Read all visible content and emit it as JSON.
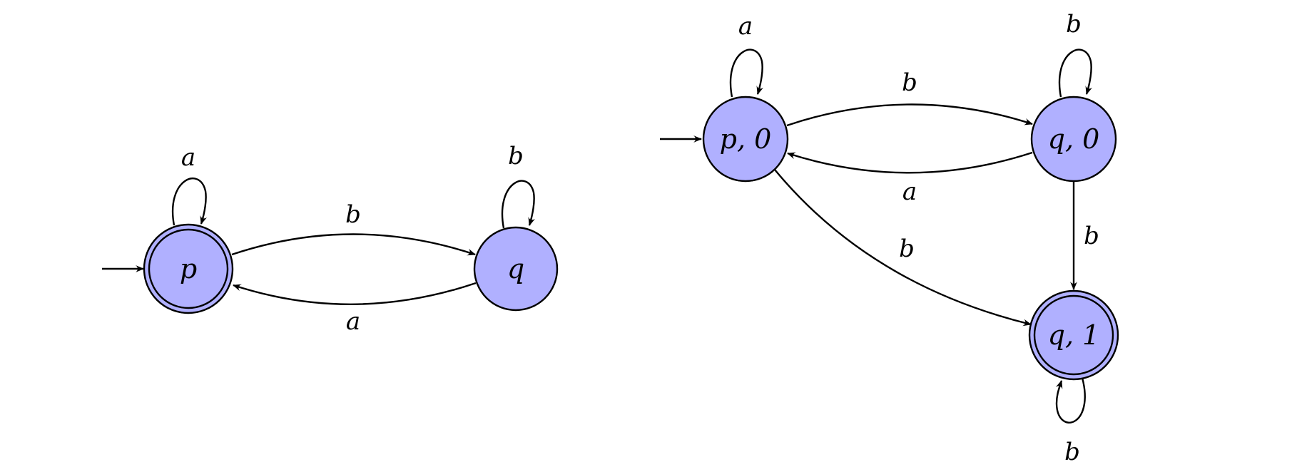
{
  "colors": {
    "state_fill": "#b0b0ff",
    "stroke": "#000000"
  },
  "automaton_1": {
    "states": {
      "p": "p",
      "q": "q"
    },
    "edges": {
      "p_loop": "a",
      "p_to_q": "b",
      "q_to_p": "a",
      "q_loop": "b"
    }
  },
  "automaton_2": {
    "states": {
      "p0": "p, 0",
      "q0": "q, 0",
      "q1": "q, 1"
    },
    "edges": {
      "p0_loop": "a",
      "p0_to_q0": "b",
      "q0_to_p0": "a",
      "q0_loop": "b",
      "p0_to_q1": "b",
      "q0_to_q1": "b",
      "q1_loop": "b"
    }
  }
}
